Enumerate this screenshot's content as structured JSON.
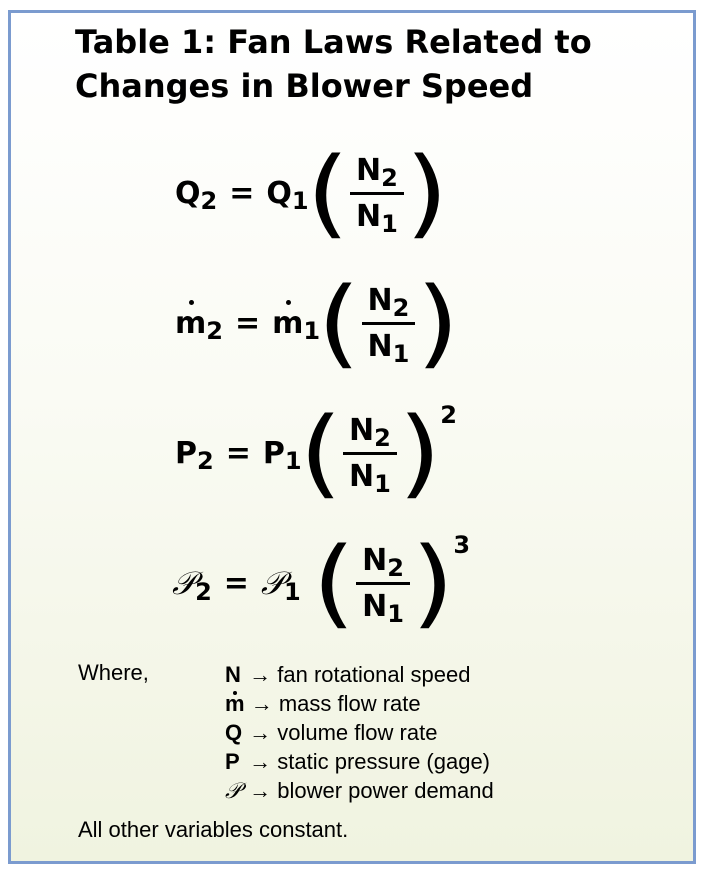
{
  "title": {
    "line1": "Table 1:  Fan Laws Related to",
    "line2": "Changes in Blower Speed"
  },
  "equations": [
    {
      "lhs": "Q",
      "lhs_sub": "2",
      "rhs": "Q",
      "rhs_sub": "1",
      "num": "N",
      "num_sub": "2",
      "den": "N",
      "den_sub": "1",
      "exponent": ""
    },
    {
      "lhs": "m",
      "lhs_sub": "2",
      "rhs": "m",
      "rhs_sub": "1",
      "num": "N",
      "num_sub": "2",
      "den": "N",
      "den_sub": "1",
      "exponent": ""
    },
    {
      "lhs": "P",
      "lhs_sub": "2",
      "rhs": "P",
      "rhs_sub": "1",
      "num": "N",
      "num_sub": "2",
      "den": "N",
      "den_sub": "1",
      "exponent": "2"
    },
    {
      "lhs": "𝒫",
      "lhs_sub": "2",
      "rhs": "𝒫",
      "rhs_sub": "1",
      "num": "N",
      "num_sub": "2",
      "den": "N",
      "den_sub": "1",
      "exponent": "3"
    }
  ],
  "equals": "=",
  "where_label": "Where,",
  "legend": [
    {
      "symbol": "N",
      "arrow": "→",
      "desc": "fan rotational speed"
    },
    {
      "symbol": "m",
      "arrow": "→",
      "desc": "mass flow rate"
    },
    {
      "symbol": "Q",
      "arrow": "→",
      "desc": "volume flow rate"
    },
    {
      "symbol": "P",
      "arrow": "→",
      "desc": "static pressure (gage)"
    },
    {
      "symbol": "𝒫",
      "arrow": "→",
      "desc": "blower power demand"
    }
  ],
  "footer": "All other variables constant.",
  "colors": {
    "border": "#7b9bcf",
    "background_bottom": "#f0f3e0"
  }
}
